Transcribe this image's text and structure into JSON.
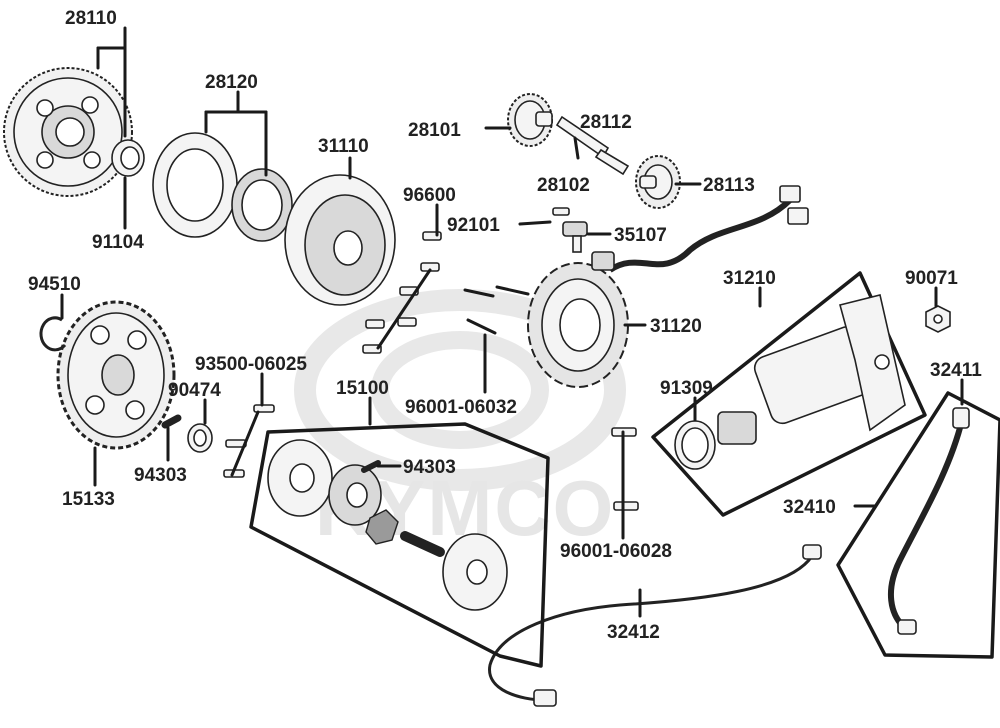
{
  "watermark": {
    "text": "KYMCO"
  },
  "parts": [
    {
      "id": "28110"
    },
    {
      "id": "28120"
    },
    {
      "id": "91104"
    },
    {
      "id": "31110"
    },
    {
      "id": "28101"
    },
    {
      "id": "28112"
    },
    {
      "id": "28102"
    },
    {
      "id": "28113"
    },
    {
      "id": "96600"
    },
    {
      "id": "92101"
    },
    {
      "id": "35107"
    },
    {
      "id": "31210"
    },
    {
      "id": "90071"
    },
    {
      "id": "94510"
    },
    {
      "id": "31120"
    },
    {
      "id": "93500-06025"
    },
    {
      "id": "15100"
    },
    {
      "id": "96001-06032"
    },
    {
      "id": "91309"
    },
    {
      "id": "32411"
    },
    {
      "id": "90474"
    },
    {
      "id": "94303"
    },
    {
      "id": "94303"
    },
    {
      "id": "15133"
    },
    {
      "id": "32410"
    },
    {
      "id": "96001-06028"
    },
    {
      "id": "32412"
    }
  ]
}
